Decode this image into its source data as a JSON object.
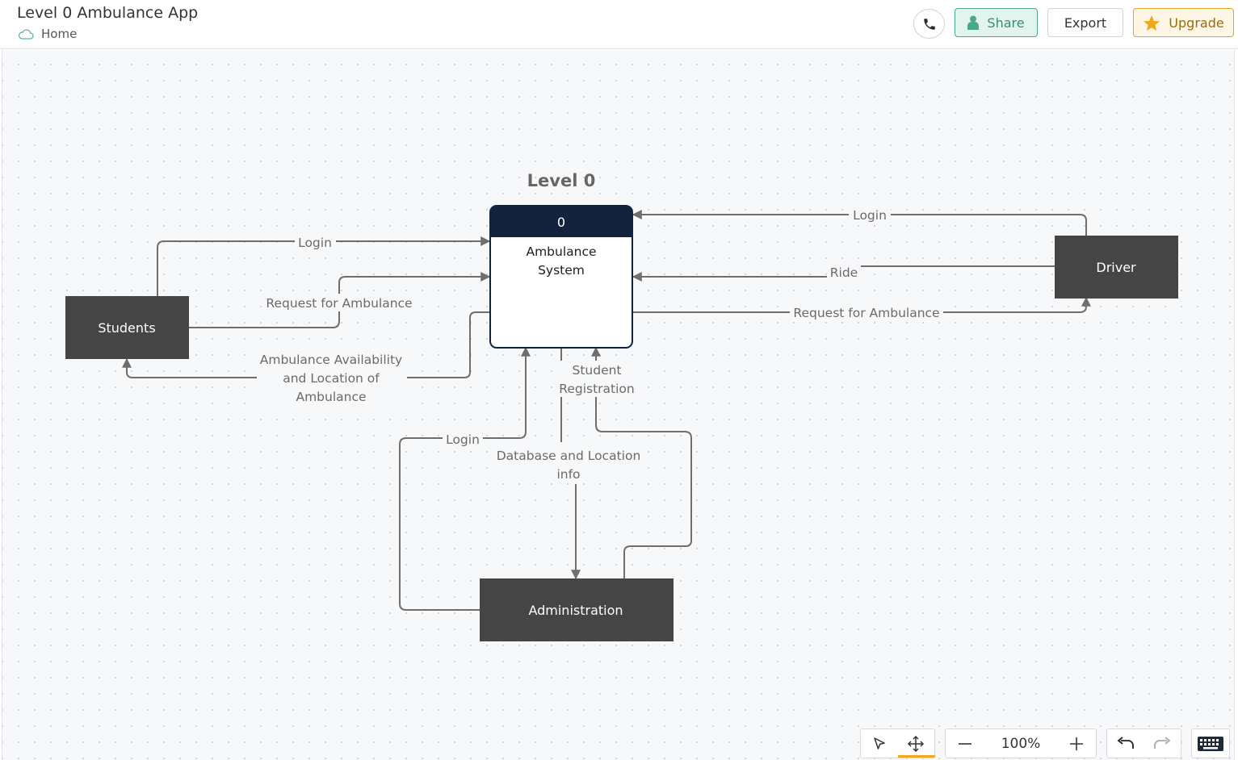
{
  "header": {
    "title": "Level 0 Ambulance App",
    "breadcrumb": "Home",
    "share_label": "Share",
    "export_label": "Export",
    "upgrade_label": "Upgrade"
  },
  "diagram": {
    "title": "Level 0",
    "process": {
      "number": "0",
      "name_line1": "Ambulance",
      "name_line2": "System"
    },
    "entities": {
      "students": "Students",
      "driver": "Driver",
      "administration": "Administration"
    },
    "flows": {
      "students_login": "Login",
      "students_request": "Request for Ambulance",
      "availability_line1": "Ambulance Availability",
      "availability_line2": "and Location of",
      "availability_line3": "Ambulance",
      "driver_login": "Login",
      "driver_ride": "Ride",
      "driver_request": "Request for Ambulance",
      "registration_line1": "Student",
      "registration_line2": "Registration",
      "admin_login": "Login",
      "database_line1": "Database and Location",
      "database_line2": "info"
    }
  },
  "toolbar": {
    "zoom": "100%"
  },
  "colors": {
    "entity_fill": "#454545",
    "process_header": "#13233d",
    "connector": "#6e6e6e",
    "share_accent": "#4aa88c",
    "upgrade_accent": "#e6a41f"
  },
  "icons": [
    "cloud-icon",
    "phone-icon",
    "user-icon",
    "star-icon",
    "pointer-icon",
    "pan-icon",
    "zoom-out-icon",
    "zoom-in-icon",
    "undo-icon",
    "redo-icon",
    "keyboard-icon"
  ]
}
